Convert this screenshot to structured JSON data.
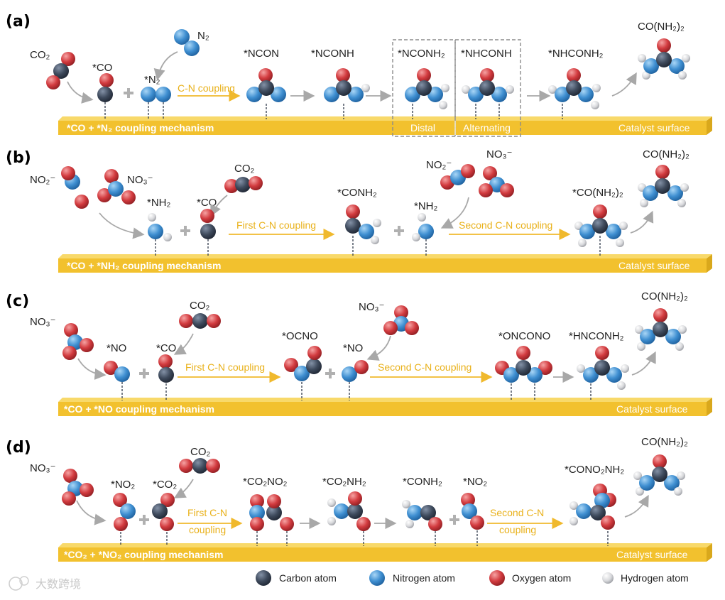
{
  "colors": {
    "carbon": "#3e4a5c",
    "nitrogen": "#3f8fd1",
    "oxygen": "#d23b3f",
    "hydrogen": "#d8d9dc",
    "bar": "#f2c12e",
    "arrow_yellow": "#f0b92d",
    "arrow_gray": "#a8a8a8"
  },
  "panels": [
    {
      "letter": "(a)",
      "bar_title": "*CO + *N₂ coupling mechanism",
      "bar_right": "Catalyst surface",
      "labels": [
        "CO₂",
        "*CO",
        "N₂",
        "*N₂",
        "*NCON",
        "*NCONH",
        "*NCONH₂",
        "*NHCONH",
        "*NHCONH₂",
        "CO(NH₂)₂"
      ],
      "steps": [
        "C-N coupling"
      ],
      "boxes": [
        "Distal",
        "Alternating"
      ]
    },
    {
      "letter": "(b)",
      "bar_title": "*CO + *NH₂ coupling mechanism",
      "bar_right": "Catalyst surface",
      "labels": [
        "NO₂⁻",
        "NO₃⁻",
        "*NH₂",
        "CO₂",
        "*CO",
        "*CONH₂",
        "NO₂⁻",
        "NO₃⁻",
        "*NH₂",
        "*CO(NH₂)₂",
        "CO(NH₂)₂"
      ],
      "steps": [
        "First C-N coupling",
        "Second C-N coupling"
      ]
    },
    {
      "letter": "(c)",
      "bar_title": "*CO + *NO coupling mechanism",
      "bar_right": "Catalyst surface",
      "labels": [
        "NO₃⁻",
        "*NO",
        "CO₂",
        "*CO",
        "*OCNO",
        "NO₃⁻",
        "*NO",
        "*ONCONO",
        "*HNCONH₂",
        "CO(NH₂)₂"
      ],
      "steps": [
        "First C-N coupling",
        "Second C-N coupling"
      ]
    },
    {
      "letter": "(d)",
      "bar_title": "*CO₂ + *NO₂ coupling mechanism",
      "bar_right": "Catalyst surface",
      "labels": [
        "NO₃⁻",
        "*NO₂",
        "*CO₂",
        "CO₂",
        "*CO₂NO₂",
        "*CO₂NH₂",
        "*CONH₂",
        "*NO₂",
        "*CONO₂NH₂",
        "CO(NH₂)₂"
      ],
      "steps": [
        "First C-N",
        "coupling",
        "Second C-N",
        "coupling"
      ]
    }
  ],
  "legend": [
    "Carbon atom",
    "Nitrogen atom",
    "Oxygen atom",
    "Hydrogen atom"
  ],
  "watermark": "大数跨境"
}
